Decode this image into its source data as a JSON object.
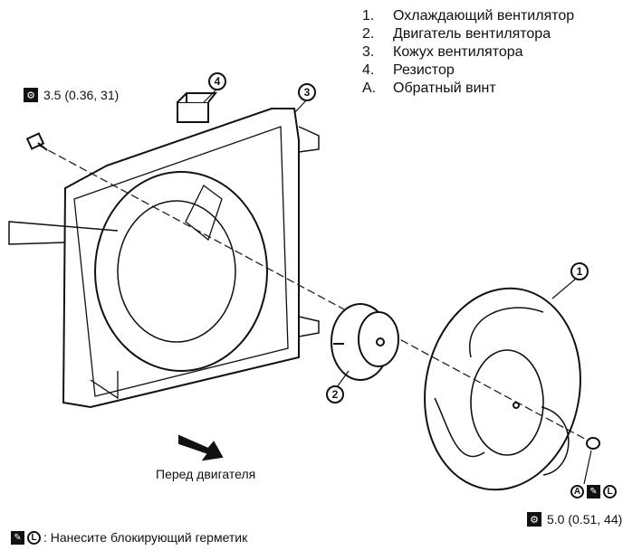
{
  "legend": [
    {
      "key": "1.",
      "text": "Охлаждающий вентилятор"
    },
    {
      "key": "2.",
      "text": "Двигатель вентилятора"
    },
    {
      "key": "3.",
      "text": "Кожух вентилятора"
    },
    {
      "key": "4.",
      "text": "Резистор"
    },
    {
      "key": "A.",
      "text": "Обратный винт"
    }
  ],
  "callouts": {
    "fan": "1",
    "motor": "2",
    "shroud": "3",
    "resistor": "4",
    "screw": "A"
  },
  "torque": {
    "icon_glyph": "⚙",
    "top": "3.5 (0.36, 31)",
    "bottom": "5.0 (0.51, 44)"
  },
  "symbols": {
    "sealant_box": "✎",
    "sealant_letter": "L"
  },
  "front_label": "Перед двигателя",
  "footnote": ": Нанесите блокирующий герметик"
}
